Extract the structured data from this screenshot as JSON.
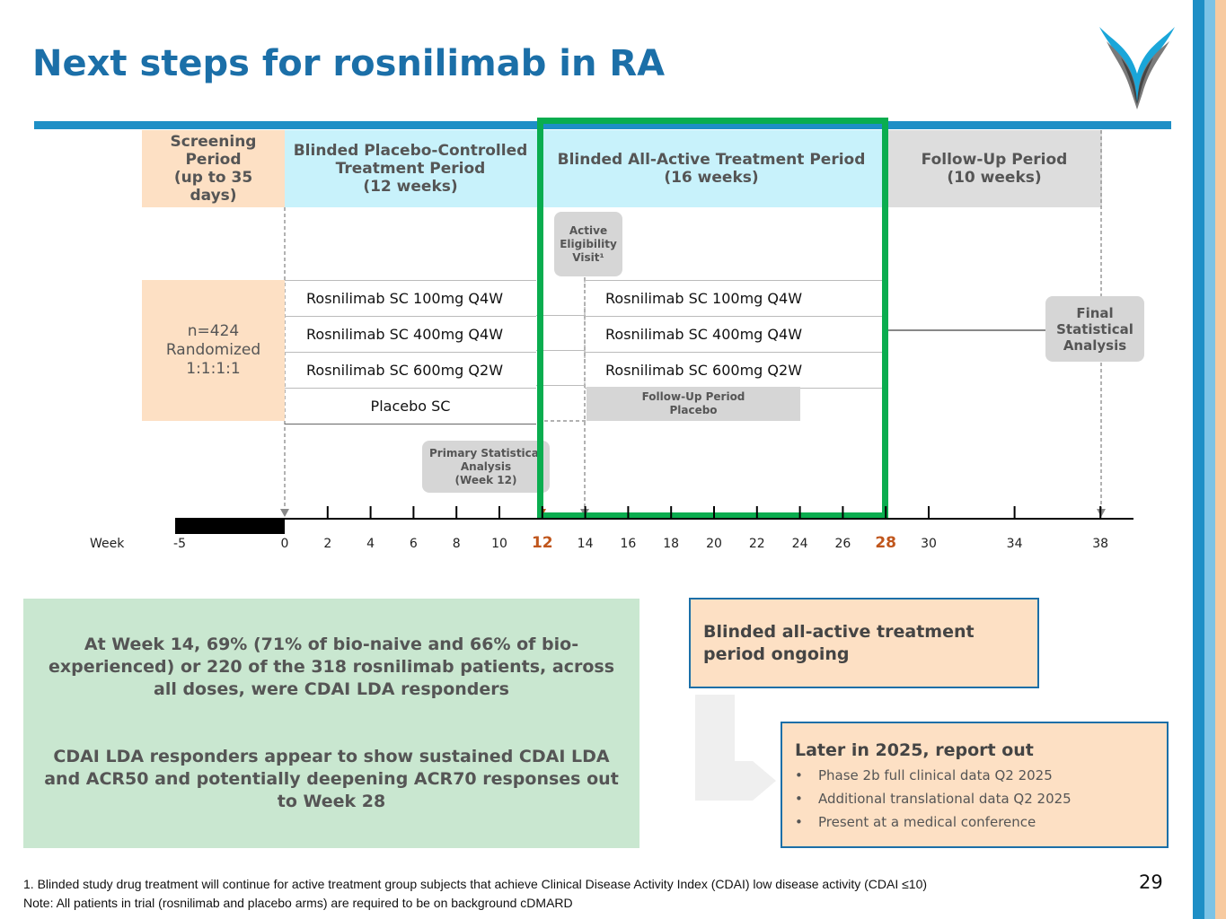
{
  "title": "Next steps for rosnilimab in RA",
  "colors": {
    "title": "#1b6fa8",
    "accent_bar": "#1e8fc6",
    "highlight_box": "#0aad4f",
    "screening": "#fde0c4",
    "treatment": "#c8f2fb",
    "followup": "#dddddd",
    "highlight_week": "#c0561c"
  },
  "logo": {
    "icon": "company-logo-icon"
  },
  "phases": {
    "screening": [
      "Screening",
      "Period",
      "(up to 35",
      "days)"
    ],
    "placebo_controlled": [
      "Blinded Placebo-Controlled",
      "Treatment Period",
      "(12 weeks)"
    ],
    "all_active": [
      "Blinded All-Active Treatment Period",
      "(16 weeks)"
    ],
    "follow_up": [
      "Follow-Up Period",
      "(10 weeks)"
    ]
  },
  "randomization": [
    "n=424",
    "Randomized",
    "1:1:1:1"
  ],
  "arms_period1": [
    "Rosnilimab SC 100mg Q4W",
    "Rosnilimab SC 400mg Q4W",
    "Rosnilimab SC 600mg Q2W",
    "Placebo SC"
  ],
  "arms_period2": [
    "Rosnilimab SC 100mg Q4W",
    "Rosnilimab SC 400mg Q4W",
    "Rosnilimab SC 600mg Q2W"
  ],
  "follow_up_placebo": [
    "Follow-Up Period",
    "Placebo"
  ],
  "active_eligibility_visit": [
    "Active",
    "Eligibility",
    "Visit¹"
  ],
  "primary_analysis": [
    "Primary Statistical",
    "Analysis",
    "(Week 12)"
  ],
  "final_analysis": [
    "Final",
    "Statistical",
    "Analysis"
  ],
  "timeline": {
    "axis_label": "Week",
    "ticks": [
      "-5",
      "0",
      "2",
      "4",
      "6",
      "8",
      "10",
      "12",
      "14",
      "16",
      "18",
      "20",
      "22",
      "24",
      "26",
      "28",
      "30",
      "34",
      "38"
    ],
    "highlighted": [
      "12",
      "28"
    ]
  },
  "findings": [
    "At Week 14, 69% (71% of bio-naive and 66% of bio-experienced) or 220 of the 318 rosnilimab patients, across all doses, were CDAI LDA responders",
    "CDAI LDA responders appear to show sustained CDAI LDA and ACR50 and potentially deepening ACR70 responses out to Week 28"
  ],
  "status_box": "Blinded all-active treatment period ongoing",
  "later_box": {
    "heading": "Later in 2025, report out",
    "items": [
      "Phase 2b full clinical data Q2 2025",
      "Additional translational data Q2 2025",
      "Present at a medical conference"
    ]
  },
  "footnotes": [
    "1. Blinded study drug treatment will continue for active treatment group subjects that achieve Clinical Disease Activity Index (CDAI) low disease activity (CDAI ≤10)",
    "Note: All patients in trial (rosnilimab and placebo arms) are required to be on background cDMARD"
  ],
  "page_number": "29"
}
